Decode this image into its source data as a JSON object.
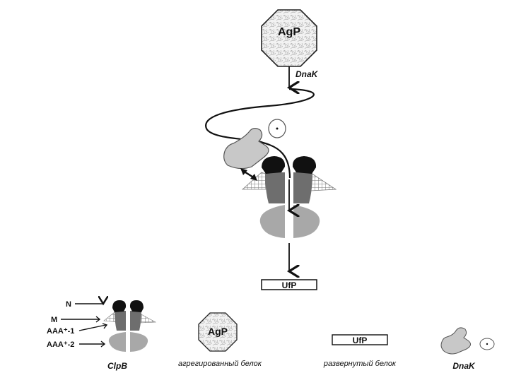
{
  "diagram": {
    "agp_label": "AgP",
    "dnak_arrow_label": "DnaK",
    "ufp_label": "UfP"
  },
  "legend": {
    "domains": {
      "n": "N",
      "m": "M",
      "aaa1": "AAA⁺-1",
      "aaa2": "AAA⁺-2"
    },
    "clpb_caption": "ClpB",
    "agp_label": "AgP",
    "agp_caption": "агрегированный белок",
    "ufp_label": "UfP",
    "ufp_caption": "развернутый белок",
    "dnak_caption": "DnaK"
  },
  "colors": {
    "dark": "#111111",
    "mid_gray": "#6e6e6e",
    "light_gray": "#a8a8a8",
    "pale_gray": "#c8c8c8"
  }
}
